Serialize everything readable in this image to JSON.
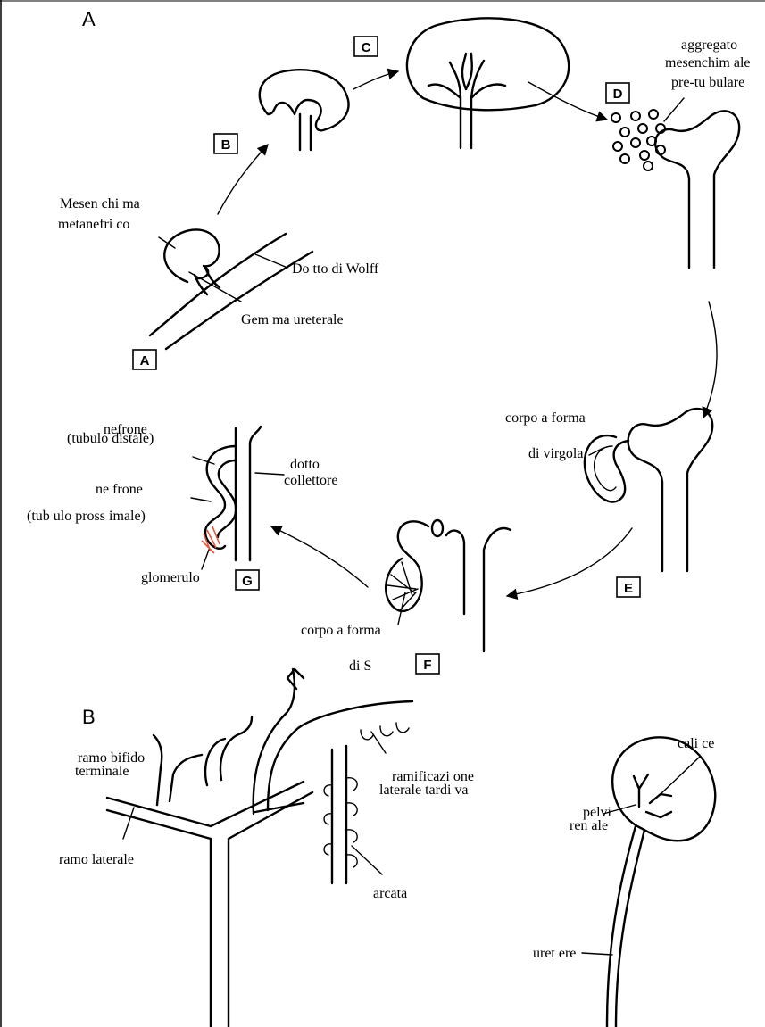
{
  "panels": {
    "a": "A",
    "b": "B"
  },
  "stages": {
    "a": "A",
    "b": "B",
    "c": "C",
    "d": "D",
    "e": "E",
    "f": "F",
    "g": "G"
  },
  "labels": {
    "mesenchima": "Mesen chi ma",
    "metanefrico": "metanefri co",
    "dotto_wolff": "Do tto di  Wolff",
    "gemma": "Gem ma ureterale",
    "aggregato": "aggregato",
    "mesenchimale": "mesenchim ale",
    "pretubulare": "pre-tu bulare",
    "virgola_1": "corpo  a forma",
    "virgola_2": "di virgola",
    "s_1": "corpo a forma",
    "s_2": "di S",
    "nefrone_dist_1": "nefrone",
    "nefrone_dist_2": "(tubulo distale)",
    "nefrone_pross_1": "ne frone",
    "nefrone_pross_2": "(tub ulo pross imale)",
    "dotto_coll_1": "dotto",
    "dotto_coll_2": "collettore",
    "glomerulo": "glomerulo",
    "bifido_1": "ramo  bifido",
    "bifido_2": "terminale",
    "ramo_laterale": "ramo laterale",
    "ramif_1": "ramificazi one",
    "ramif_2": "laterale  tardi va",
    "arcata": "arcata",
    "calice": "cali ce",
    "pelvi_1": "pelvi",
    "pelvi_2": "ren ale",
    "uretere": "uret ere"
  },
  "colors": {
    "line": "#000000",
    "glomerulo_capillaries": "#e8553a"
  }
}
